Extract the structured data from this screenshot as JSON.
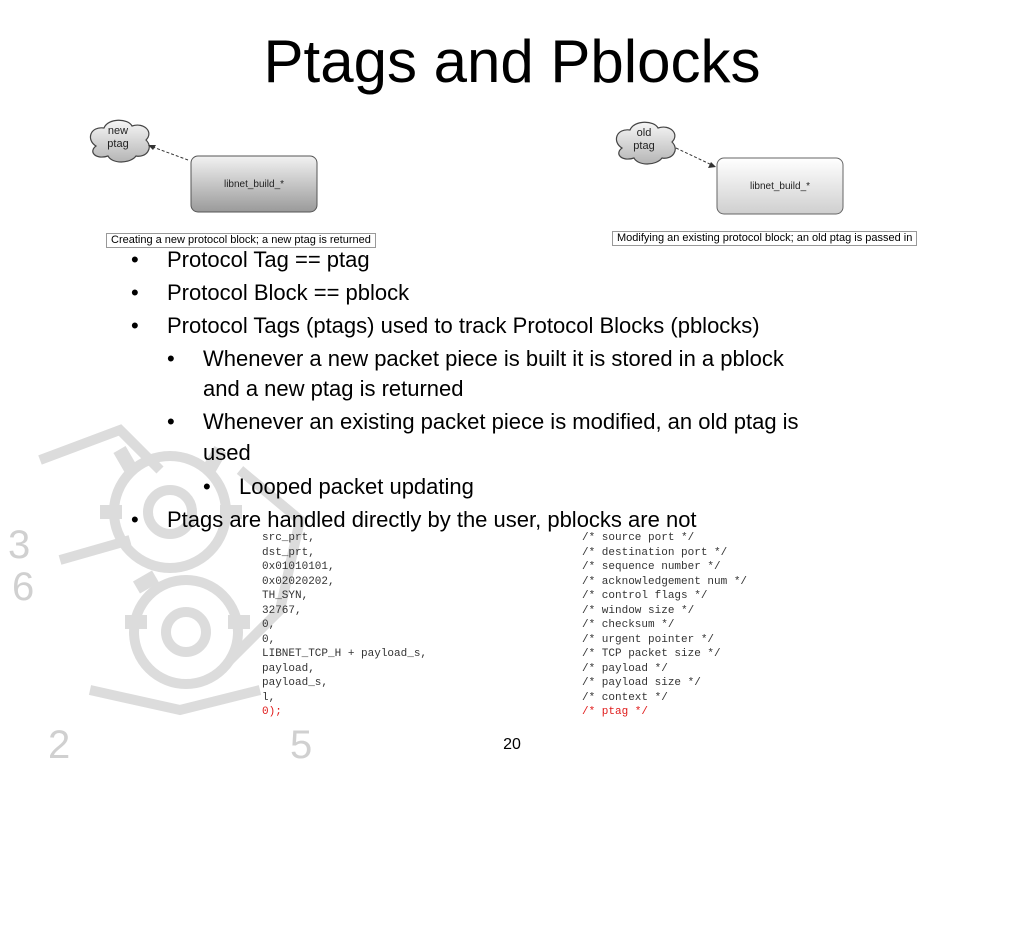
{
  "slide": {
    "title": "Ptags and Pblocks",
    "page_number": "20"
  },
  "diagrams": {
    "left": {
      "cloud_label": "new\nptag",
      "box_label": "libnet_build_*",
      "caption": "Creating a new protocol block; a new ptag is returned"
    },
    "right": {
      "cloud_label": "old\nptag",
      "box_label": "libnet_build_*",
      "caption": "Modifying an existing protocol block; an old ptag is passed in"
    }
  },
  "bullets": [
    {
      "level": 1,
      "text": "Protocol Tag == ptag"
    },
    {
      "level": 1,
      "text": "Protocol Block == pblock"
    },
    {
      "level": 1,
      "text": "Protocol Tags (ptags) used to track Protocol Blocks (pblocks)"
    },
    {
      "level": 2,
      "text": "Whenever a new packet piece is built it is stored in a pblock"
    },
    {
      "level": 2,
      "text": "and a new ptag is returned",
      "continuation": true
    },
    {
      "level": 2,
      "text": "Whenever an existing packet piece is modified, an old ptag is"
    },
    {
      "level": 2,
      "text": "used",
      "continuation": true
    },
    {
      "level": 3,
      "text": "Looped packet updating"
    },
    {
      "level": 1,
      "text": "Ptags are handled directly by the user, pblocks are not"
    }
  ],
  "code": {
    "lines": [
      {
        "arg": "src_prt,",
        "comment": "/* source port */"
      },
      {
        "arg": "dst_prt,",
        "comment": "/* destination port */"
      },
      {
        "arg": "0x01010101,",
        "comment": "/* sequence number */"
      },
      {
        "arg": "0x02020202,",
        "comment": "/* acknowledgement num */"
      },
      {
        "arg": "TH_SYN,",
        "comment": "/* control flags */"
      },
      {
        "arg": "32767,",
        "comment": "/* window size */"
      },
      {
        "arg": "0,",
        "comment": "/* checksum */"
      },
      {
        "arg": "0,",
        "comment": "/* urgent pointer */"
      },
      {
        "arg": "LIBNET_TCP_H + payload_s,",
        "comment": "/* TCP packet size */"
      },
      {
        "arg": "payload,",
        "comment": "/* payload */"
      },
      {
        "arg": "payload_s,",
        "comment": "/* payload size */"
      },
      {
        "arg": "l,",
        "comment": "/* context */"
      },
      {
        "arg": "0);",
        "comment": "/* ptag */",
        "highlight": true
      }
    ]
  },
  "colors": {
    "highlight": "#e01a1a",
    "watermark": "#d6d6d6"
  }
}
